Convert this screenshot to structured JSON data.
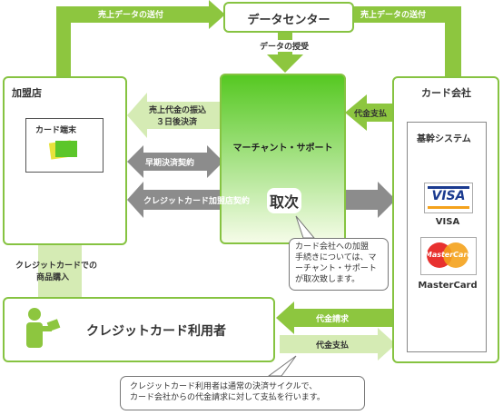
{
  "colors": {
    "green_border": "#86c341",
    "green_arrow": "#8dc63f",
    "gray_arrow": "#8c8c8c",
    "light_green": "#d5ebb4",
    "merchant_grad_top": "#55c821",
    "merchant_grad_bottom": "#f6fce9"
  },
  "nodes": {
    "data_center": "データセンター",
    "merchant_store": "加盟店",
    "card_terminal": "カード端末",
    "merchant_support": "マーチャント・サポート",
    "card_company": "カード会社",
    "core_system": "基幹システム",
    "visa_logo": "VISA",
    "visa_label": "VISA",
    "mastercard_logo": "MasterCard",
    "mastercard_label": "MasterCard",
    "card_user": "クレジットカード利用者",
    "torikeshi": "取次"
  },
  "arrows": {
    "send_sales_data_left": "売上データの送付",
    "send_sales_data_right": "売上データの送付",
    "data_transfer": "データの授受",
    "payment_transfer_line1": "売上代金の振込",
    "payment_transfer_line2": "３日後決済",
    "early_settlement": "早期決済契約",
    "credit_contract": "クレジットカード加盟店契約",
    "payment_to_merchant_support": "代金支払",
    "purchase_line1": "クレジットカードでの",
    "purchase_line2": "商品購入",
    "billing": "代金請求",
    "payment_by_user": "代金支払"
  },
  "notes": {
    "agency_note": [
      "カード会社への加盟",
      "手続きについては、マ",
      "ーチャント・サポート",
      "が取次致します。"
    ],
    "user_note": [
      "クレジットカード利用者は通常の決済サイクルで、",
      "カード会社からの代金請求に対して支払を行います。"
    ]
  }
}
